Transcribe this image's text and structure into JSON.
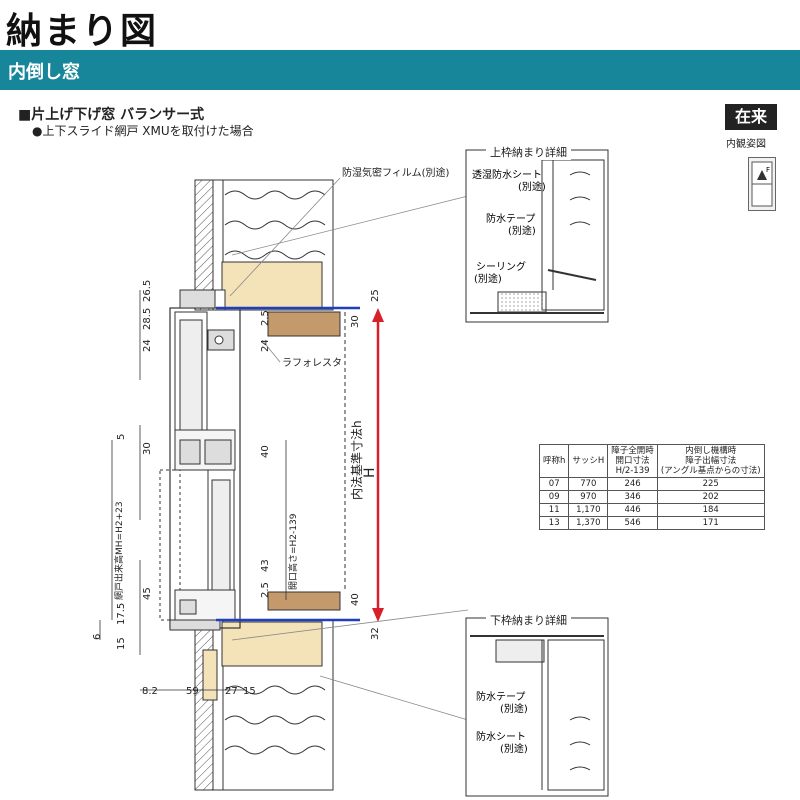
{
  "header": {
    "title": "納まり図",
    "band_label": "内倒し窓"
  },
  "section": {
    "heading": "■片上げ下げ窓 バランサー式",
    "subheading": "●上下スライド網戸 XMUを取付けた場合",
    "badge": "在来",
    "badge_caption": "内観姿図",
    "icon_letter": "F"
  },
  "labels": {
    "film": "防湿気密フィルム(別途)",
    "laforesta": "ラフォレスタ",
    "inner_dim": "内法基準寸法h",
    "h_letter": "H",
    "screen_height": "網戸出来高MH=H2+23",
    "opening_height": "開口高さ=H2-139"
  },
  "dims": {
    "d26_5": "26.5",
    "d28_5": "28.5",
    "d24a": "24",
    "d5": "5",
    "d30a": "30",
    "d45": "45",
    "d17_5": "17.5",
    "d15": "15",
    "d6": "6",
    "d25": "25",
    "d30b": "30",
    "d24b": "24",
    "d2_5a": "2.5",
    "d40a": "40",
    "d43": "43",
    "d2_5b": "2.5",
    "d40b": "40",
    "d32": "32",
    "d8_2": "8.2",
    "d59": "59",
    "d27": "27",
    "d15b": "15"
  },
  "detail_top": {
    "title": "上枠納まり詳細",
    "l1": "透湿防水シート",
    "l1b": "(別途)",
    "l2": "防水テープ",
    "l2b": "(別途)",
    "l3": "シーリング",
    "l3b": "(別途)"
  },
  "detail_bottom": {
    "title": "下枠納まり詳細",
    "l1": "防水テープ",
    "l1b": "(別途)",
    "l2": "防水シート",
    "l2b": "(別途)"
  },
  "table": {
    "headers": [
      "呼称h",
      "サッシH",
      "障子全開時\n開口寸法\nH/2-139",
      "内倒し機構時\n障子出幅寸法\n(アングル基点からの寸法)"
    ],
    "rows": [
      [
        "07",
        "770",
        "246",
        "225"
      ],
      [
        "09",
        "970",
        "346",
        "202"
      ],
      [
        "11",
        "1,170",
        "446",
        "184"
      ],
      [
        "13",
        "1,370",
        "546",
        "171"
      ]
    ]
  },
  "colors": {
    "band": "#17869a",
    "insulation": "#f4e2b8",
    "wood": "#c49a6c",
    "red_arrow": "#d8202a",
    "blue_line": "#1f3fbf"
  }
}
